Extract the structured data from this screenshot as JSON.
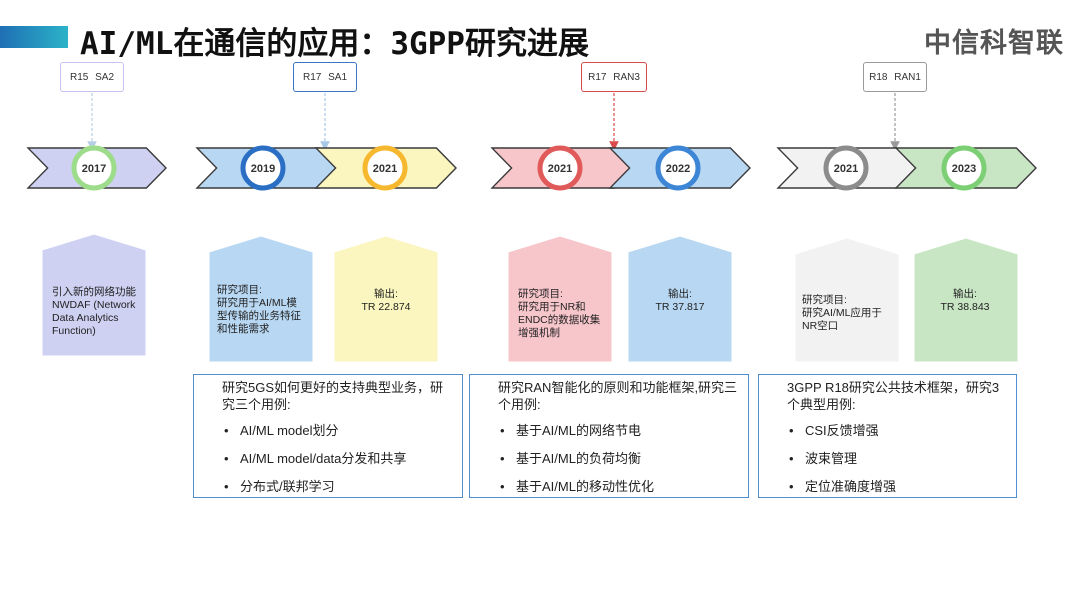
{
  "header": {
    "title": "AI/ML在通信的应用：3GPP研究进展",
    "brand": "中信科智联",
    "accent_start": "#1f6fb5",
    "accent_end": "#2bb3c8"
  },
  "groups": [
    {
      "tag": "R15 SA2",
      "tag_border": "#c9c2ee",
      "connector": "#b7cfe6",
      "years": [
        {
          "label": "2017",
          "fill": "#cfd1f3",
          "ring": "#9ddc8a"
        }
      ],
      "cards": [
        {
          "lines": [
            "引入新的网络功能",
            "NWDAF (Network",
            "Data Analytics",
            "Function)"
          ],
          "fill": "#cfd1f3",
          "align": "left"
        }
      ]
    },
    {
      "tag": "R17 SA1",
      "tag_border": "#3a76c4",
      "connector": "#a9c9e8",
      "years": [
        {
          "label": "2019",
          "fill": "#b8d7f2",
          "ring": "#2a6fc4"
        },
        {
          "label": "2021",
          "fill": "#fbf5bf",
          "ring": "#f5b82e"
        }
      ],
      "cards": [
        {
          "lines": [
            "研究项目:",
            "研究用于AI/ML模",
            "型传输的业务特征",
            "和性能需求"
          ],
          "fill": "#b8d7f2",
          "align": "left"
        },
        {
          "lines": [
            "输出:",
            "TR 22.874"
          ],
          "fill": "#fbf5bf",
          "align": "center"
        }
      ],
      "box": {
        "title": "研究5GS如何更好的支持典型业务，研究三个用例:",
        "items": [
          "AI/ML model划分",
          "AI/ML model/data分发和共享",
          "分布式/联邦学习"
        ]
      }
    },
    {
      "tag": "R17 RAN3",
      "tag_border": "#d94a4a",
      "connector": "#d94a4a",
      "years": [
        {
          "label": "2021",
          "fill": "#f7c6cb",
          "ring": "#e05a5a"
        },
        {
          "label": "2022",
          "fill": "#b8d7f2",
          "ring": "#3d86d6"
        }
      ],
      "cards": [
        {
          "lines": [
            "研究项目:",
            "研究用于NR和",
            "ENDC的数据收集",
            "增强机制"
          ],
          "fill": "#f7c6cb",
          "align": "left"
        },
        {
          "lines": [
            "输出:",
            "TR 37.817"
          ],
          "fill": "#b8d7f2",
          "align": "center"
        }
      ],
      "box": {
        "title": "研究RAN智能化的原则和功能框架,研究三个用例:",
        "items": [
          "基于AI/ML的网络节电",
          "基于AI/ML的负荷均衡",
          "基于AI/ML的移动性优化"
        ]
      }
    },
    {
      "tag": "R18 RAN1",
      "tag_border": "#9a9a9a",
      "connector": "#9a9a9a",
      "years": [
        {
          "label": "2021",
          "fill": "#f2f2f2",
          "ring": "#8c8c8c"
        },
        {
          "label": "2023",
          "fill": "#c8e6c4",
          "ring": "#7ccf74"
        }
      ],
      "cards": [
        {
          "lines": [
            "研究项目:",
            "研究AI/ML应用于",
            "NR空口"
          ],
          "fill": "#f2f2f2",
          "align": "left"
        },
        {
          "lines": [
            "输出:",
            "TR 38.843"
          ],
          "fill": "#c8e6c4",
          "align": "center"
        }
      ],
      "box": {
        "title": "3GPP R18研究公共技术框架，研究3个典型用例:",
        "items": [
          "CSI反馈增强",
          "波束管理",
          "定位准确度增强"
        ]
      }
    }
  ]
}
